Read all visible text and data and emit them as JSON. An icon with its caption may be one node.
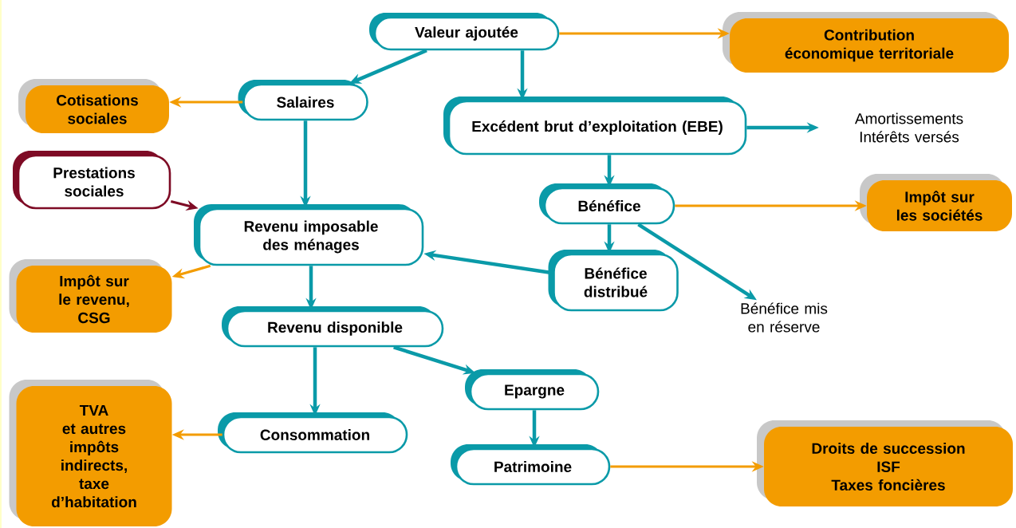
{
  "diagram": {
    "nodes": [
      {
        "text": [
          "Valeur ajoutée"
        ]
      },
      {
        "text": [
          "Contribution économique territoriale"
        ]
      },
      {
        "text": [
          "Cotisations sociales"
        ]
      },
      {
        "text": [
          "Salaires"
        ]
      },
      {
        "text": [
          "Excédent brut d’exploitation (EBE)"
        ]
      },
      {
        "text": [
          "Amortissements",
          "Intérêts versés"
        ]
      },
      {
        "text": [
          "Prestations sociales"
        ]
      },
      {
        "text": [
          "Bénéfice"
        ]
      },
      {
        "text": [
          "Impôt sur les sociétés"
        ]
      },
      {
        "text": [
          "Revenu imposable des ménages"
        ]
      },
      {
        "text": [
          "Impôt sur le revenu, CSG"
        ]
      },
      {
        "text": [
          "Bénéfice distribué"
        ]
      },
      {
        "text": [
          "Bénéfice mis en réserve"
        ]
      },
      {
        "text": [
          "Revenu disponible"
        ]
      },
      {
        "text": [
          "TVA",
          "et autres impôts indirects, taxe d’habitation"
        ]
      },
      {
        "text": [
          "Epargne"
        ]
      },
      {
        "text": [
          "Consommation"
        ]
      },
      {
        "text": [
          "Patrimoine"
        ]
      },
      {
        "text": [
          "Droits de succession",
          "ISF",
          "Taxes foncières"
        ]
      }
    ],
    "edges": [
      {
        "from": 0,
        "to": 1,
        "arrow": "to",
        "color": "#f39c00"
      },
      {
        "from": 0,
        "to": 3,
        "arrow": "to"
      },
      {
        "from": 0,
        "to": 4,
        "arrow": "to"
      },
      {
        "from": 3,
        "to": 2,
        "arrow": "to",
        "color": "#f39c00"
      },
      {
        "from": 3,
        "to": 9,
        "arrow": "to"
      },
      {
        "from": 4,
        "to": 5,
        "arrow": "to"
      },
      {
        "from": 4,
        "to": 7,
        "arrow": "to"
      },
      {
        "from": 6,
        "to": 9,
        "arrow": "to",
        "color": "#7e0b25"
      },
      {
        "from": 7,
        "to": 8,
        "arrow": "to",
        "color": "#f39c00"
      },
      {
        "from": 7,
        "to": 11,
        "arrow": "to"
      },
      {
        "from": 7,
        "to": 12,
        "arrow": "to"
      },
      {
        "from": 11,
        "to": 9,
        "arrow": "to"
      },
      {
        "from": 9,
        "to": 10,
        "arrow": "to",
        "color": "#f39c00"
      },
      {
        "from": 9,
        "to": 13,
        "arrow": "to"
      },
      {
        "from": 13,
        "to": 16,
        "arrow": "to"
      },
      {
        "from": 13,
        "to": 15,
        "arrow": "to"
      },
      {
        "from": 16,
        "to": 14,
        "arrow": "to",
        "color": "#f39c00"
      },
      {
        "from": 15,
        "to": 17,
        "arrow": "to"
      },
      {
        "from": 17,
        "to": 18,
        "arrow": "to",
        "color": "#f39c00"
      }
    ]
  }
}
